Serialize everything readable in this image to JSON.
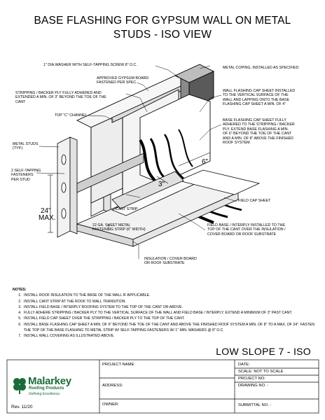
{
  "title": {
    "line1": "BASE FLASHING FOR GYPSUM WALL ON METAL",
    "line2": "STUDS - ISO VIEW"
  },
  "callouts": {
    "washer": "1\" DIA.WASHER WITH SELF-TAPPING SCREW  8\" O.C.",
    "coping": "METAL COPING, INSTALLED AS SPECIFIED",
    "gypsum": "APPROVED GYPSUM BOARD\nFASTENED PER SPEC.",
    "stripping": "STRIPPING / BACKER PLY FULLY ADHERED AND\nEXTENDED A MIN. OF 3\" BEYOND THE TOE OF THE\nCANT",
    "wall_flashing": "WALL FLASHING CAP SHEET INSTALLED\nTO THE VERTICAL SURFACE OF THE\nWALL AND LAPPING ONTO THE BASE\nFLASHING CAP SHEET A MIN. OF 4\"",
    "top_channel": "TOP \"C\" CHANNEL",
    "base_flashing": "BASE FLASHING CAP SHEET FULLY\nADHERED TO THE STRIPPING / BACKER\nPLY. EXTEND BASE FLASHING A MIN.\nOF 6\" BEYOND THE TOE OF THE CANT\nAND A MIN. OF 8\" ABOVE THE FINISHED\nROOF SYSTEM.",
    "metal_studs": "METAL STUDS\n(TYP.)",
    "screws": "2 SELF-TAPPING\nFASTENERS\nPER STUD",
    "field_cap": "FIELD CAP SHEET",
    "cant": "CANT STRIP",
    "sheet_metal": "22 GA. SHEET METAL\nFASTENING STRIP (6\" WIDTH)",
    "field_base": "FIELD BASE / INTERPLY INSTALLED TO THE\nTOP OF THE CANT OVER THE INSULATION /\nCOVER BOARD OR ROOF SUBSTRATE",
    "insulation": "INSULATION / COVER BOARD\nOR ROOF SUBSTRATE"
  },
  "dims": {
    "six": "6\"",
    "three": "3\"",
    "max_num": "24\"",
    "max_word": "MAX."
  },
  "notes": {
    "heading": "NOTES:",
    "items": [
      "INSTALL ROOF INSULATION TO THE BASE OF THE WALL IF APPLICABLE.",
      "INSTALL CANT STRIP AT THE ROOF TO WALL TRANSITION.",
      "INSTALL FIELD BASE / INTERPLY ROOFING SYSTEM TO THE TOP OF THE CANT OR ABOVE.",
      "FULLY ADHERE STRIPPING / BACKER PLY TO THE VERTICAL SURFACE OF THE WALL AND FIELD BASE / INTERPLY. EXTEND A MINIMUM OF 3\" PAST CANT.",
      "INSTALL FIELD CAP SHEET OVER THE STRIPPING / BACKER PLY TO THE TOP OF THE CANT.",
      "INSTALL BASE FLASHING CAP SHEET A MIN. OF 6\" BEYOND THE TOE OF THE CANT AND ABOVE THE FINISHED ROOF SYSTEM A MIN. OF 8\" TO A MAX. OF 24\".  FASTEN THE TOP OF THE BASE FLASHING TO METAL STRIP W/ SELF-TAPPING FASTENERS W/ 1\" MIN. WASHERS @ 8\" O.C.",
      "INSTALL WALL COVERING AS ILLUSTRATED ABOVE."
    ]
  },
  "sheet_name": "LOW SLOPE 7 - ISO",
  "title_block": {
    "project_name": "PROJECT NAME:",
    "address": "ADDRESS:",
    "owner": "OWNER:",
    "date": "DATE:",
    "scale": "SCALE:  NOT TO SCALE",
    "project_no": "PROJECT NO:",
    "drawing_no": "DRAWING NO. :",
    "submittal_no": "SUBMITTAL NO. :"
  },
  "logo": {
    "name": "Malarkey",
    "sub": "Roofing Products",
    "tag": "Defining Excellence."
  },
  "revision": "Rev. 11/20",
  "colors": {
    "brand_green": "#1a6b3a",
    "line": "#000000"
  }
}
